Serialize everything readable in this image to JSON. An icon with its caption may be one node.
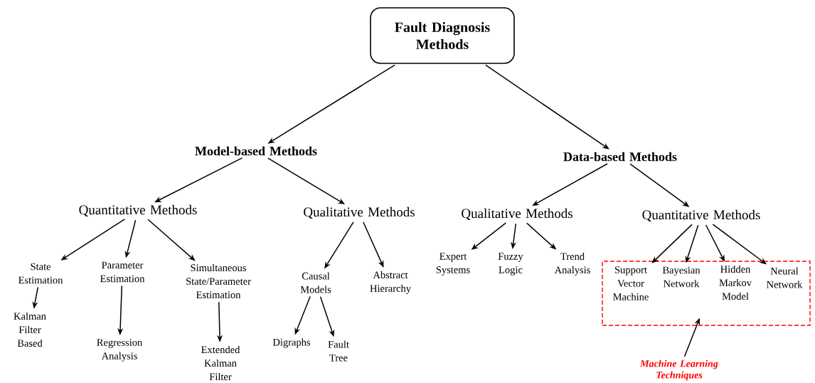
{
  "diagram": {
    "nodes": [
      {
        "text": [
          "Fault Diagnosis Methods"
        ]
      },
      {
        "text": [
          "Model-based Methods"
        ]
      },
      {
        "text": [
          "Data-based Methods"
        ]
      },
      {
        "text": [
          "Quantitative Methods"
        ]
      },
      {
        "text": [
          "Qualitative Methods"
        ]
      },
      {
        "text": [
          "Qualitative Methods"
        ]
      },
      {
        "text": [
          "Quantitative Methods"
        ]
      },
      {
        "text": [
          "State Estimation"
        ]
      },
      {
        "text": [
          "Parameter Estimation"
        ]
      },
      {
        "text": [
          "Simultaneous State/Parameter Estimation"
        ]
      },
      {
        "text": [
          "Kalman Filter Based"
        ]
      },
      {
        "text": [
          "Regression Analysis"
        ]
      },
      {
        "text": [
          "Extended Kalman Filter"
        ]
      },
      {
        "text": [
          "Causal Models"
        ]
      },
      {
        "text": [
          "Abstract Hierarchy"
        ]
      },
      {
        "text": [
          "Digraphs"
        ]
      },
      {
        "text": [
          "Fault Tree"
        ]
      },
      {
        "text": [
          "Expert Systems"
        ]
      },
      {
        "text": [
          "Fuzzy Logic"
        ]
      },
      {
        "text": [
          "Trend Analysis"
        ]
      },
      {
        "text": [],
        "shape": "box"
      },
      {
        "text": [
          "Support Vector Machine"
        ],
        "in": 20
      },
      {
        "text": [
          "Bayesian Network"
        ],
        "in": 20
      },
      {
        "text": [
          "Hidden Markov Model"
        ],
        "in": 20
      },
      {
        "text": [
          "Neural Network"
        ],
        "in": 20
      },
      {
        "text": [
          "Machine Learning Techniques"
        ]
      }
    ],
    "edges": [
      {
        "from": 0,
        "to": 1,
        "arrow": "to"
      },
      {
        "from": 0,
        "to": 2,
        "arrow": "to"
      },
      {
        "from": 1,
        "to": 3,
        "arrow": "to"
      },
      {
        "from": 1,
        "to": 4,
        "arrow": "to"
      },
      {
        "from": 2,
        "to": 5,
        "arrow": "to"
      },
      {
        "from": 2,
        "to": 6,
        "arrow": "to"
      },
      {
        "from": 3,
        "to": 7,
        "arrow": "to"
      },
      {
        "from": 3,
        "to": 8,
        "arrow": "to"
      },
      {
        "from": 3,
        "to": 9,
        "arrow": "to"
      },
      {
        "from": 7,
        "to": 10,
        "arrow": "to"
      },
      {
        "from": 8,
        "to": 11,
        "arrow": "to"
      },
      {
        "from": 9,
        "to": 12,
        "arrow": "to"
      },
      {
        "from": 4,
        "to": 13,
        "arrow": "to"
      },
      {
        "from": 4,
        "to": 14,
        "arrow": "to"
      },
      {
        "from": 13,
        "to": 15,
        "arrow": "to"
      },
      {
        "from": 13,
        "to": 16,
        "arrow": "to"
      },
      {
        "from": 5,
        "to": 17,
        "arrow": "to"
      },
      {
        "from": 5,
        "to": 18,
        "arrow": "to"
      },
      {
        "from": 5,
        "to": 19,
        "arrow": "to"
      },
      {
        "from": 6,
        "to": 21,
        "arrow": "to"
      },
      {
        "from": 6,
        "to": 22,
        "arrow": "to"
      },
      {
        "from": 6,
        "to": 23,
        "arrow": "to"
      },
      {
        "from": 6,
        "to": 24,
        "arrow": "to"
      },
      {
        "from": 25,
        "to": 20,
        "arrow": "to"
      }
    ]
  }
}
